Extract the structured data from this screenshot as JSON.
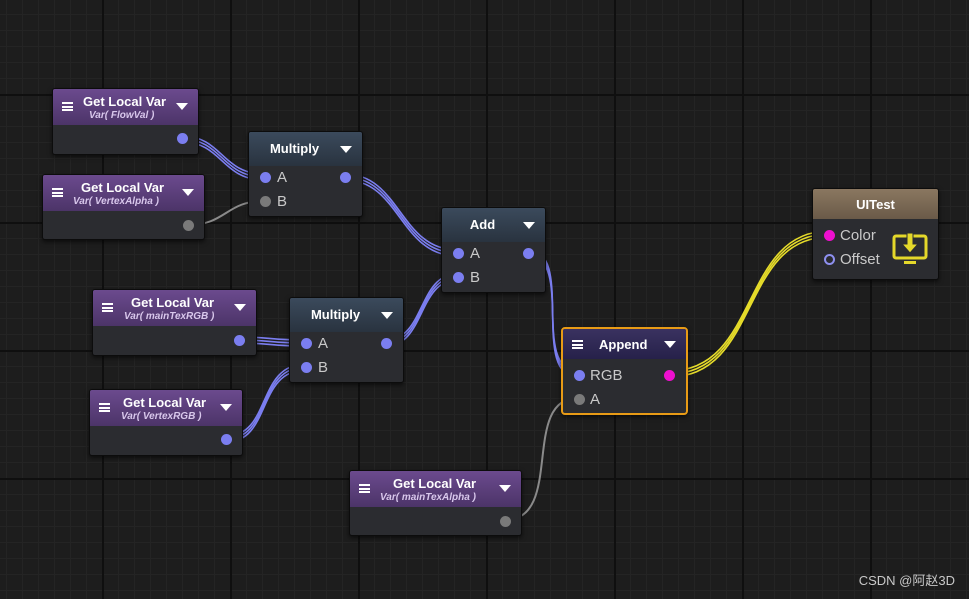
{
  "nodes": {
    "var_flowval": {
      "title": "Get Local Var",
      "subtitle": "Var( FlowVal )"
    },
    "var_vertexalpha": {
      "title": "Get Local Var",
      "subtitle": "Var( VertexAlpha )"
    },
    "var_maintexrgb": {
      "title": "Get Local Var",
      "subtitle": "Var( mainTexRGB )"
    },
    "var_vertexrgb": {
      "title": "Get Local Var",
      "subtitle": "Var( VertexRGB )"
    },
    "var_maintexalpha": {
      "title": "Get Local Var",
      "subtitle": "Var( mainTexAlpha )"
    },
    "multiply1": {
      "title": "Multiply",
      "in_a": "A",
      "in_b": "B"
    },
    "multiply2": {
      "title": "Multiply",
      "in_a": "A",
      "in_b": "B"
    },
    "add": {
      "title": "Add",
      "in_a": "A",
      "in_b": "B"
    },
    "append": {
      "title": "Append",
      "in_rgb": "RGB",
      "in_a": "A"
    },
    "output": {
      "title": "UITest",
      "in_color": "Color",
      "in_offset": "Offset"
    }
  },
  "colors": {
    "wire_blue": "#7b7ef0",
    "wire_yellow": "#e6dc2a",
    "wire_gray": "#8a8a8a",
    "selection": "#e89b16",
    "port_pink": "#ee0fcf"
  },
  "icons": {
    "output_icon": "download-monitor-icon"
  },
  "watermark": "CSDN @阿赵3D"
}
